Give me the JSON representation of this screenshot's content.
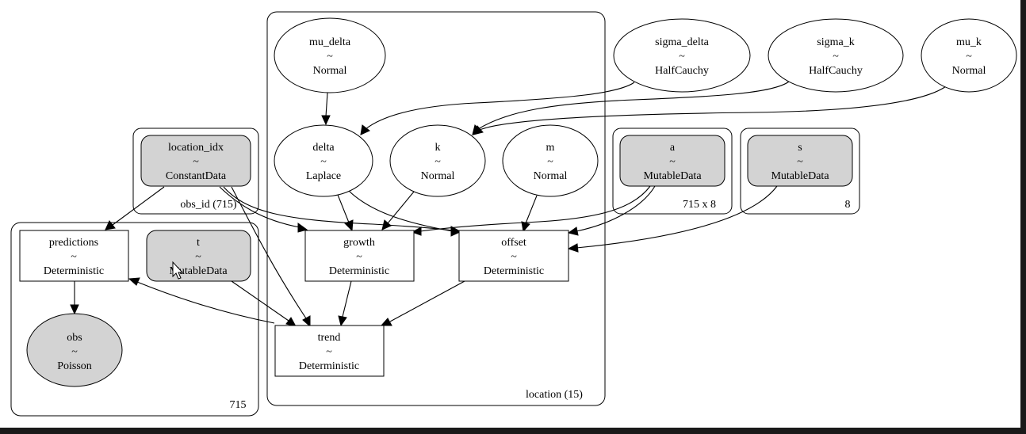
{
  "diagram": {
    "plates": [
      {
        "id": "plate-location",
        "label": "location (15)"
      },
      {
        "id": "plate-obs-id",
        "label": "obs_id (715)"
      },
      {
        "id": "plate-715",
        "label": "715"
      },
      {
        "id": "plate-715x8",
        "label": "715 x 8"
      },
      {
        "id": "plate-8",
        "label": "8"
      }
    ],
    "nodes": {
      "mu_delta": {
        "name": "mu_delta",
        "tilde": "~",
        "dist": "Normal"
      },
      "sigma_delta": {
        "name": "sigma_delta",
        "tilde": "~",
        "dist": "HalfCauchy"
      },
      "sigma_k": {
        "name": "sigma_k",
        "tilde": "~",
        "dist": "HalfCauchy"
      },
      "mu_k": {
        "name": "mu_k",
        "tilde": "~",
        "dist": "Normal"
      },
      "location_idx": {
        "name": "location_idx",
        "tilde": "~",
        "dist": "ConstantData"
      },
      "delta": {
        "name": "delta",
        "tilde": "~",
        "dist": "Laplace"
      },
      "k": {
        "name": "k",
        "tilde": "~",
        "dist": "Normal"
      },
      "m": {
        "name": "m",
        "tilde": "~",
        "dist": "Normal"
      },
      "a": {
        "name": "a",
        "tilde": "~",
        "dist": "MutableData"
      },
      "s": {
        "name": "s",
        "tilde": "~",
        "dist": "MutableData"
      },
      "predictions": {
        "name": "predictions",
        "tilde": "~",
        "dist": "Deterministic"
      },
      "t": {
        "name": "t",
        "tilde": "~",
        "dist": "MutableData"
      },
      "growth": {
        "name": "growth",
        "tilde": "~",
        "dist": "Deterministic"
      },
      "offset": {
        "name": "offset",
        "tilde": "~",
        "dist": "Deterministic"
      },
      "obs": {
        "name": "obs",
        "tilde": "~",
        "dist": "Poisson"
      },
      "trend": {
        "name": "trend",
        "tilde": "~",
        "dist": "Deterministic"
      }
    }
  }
}
